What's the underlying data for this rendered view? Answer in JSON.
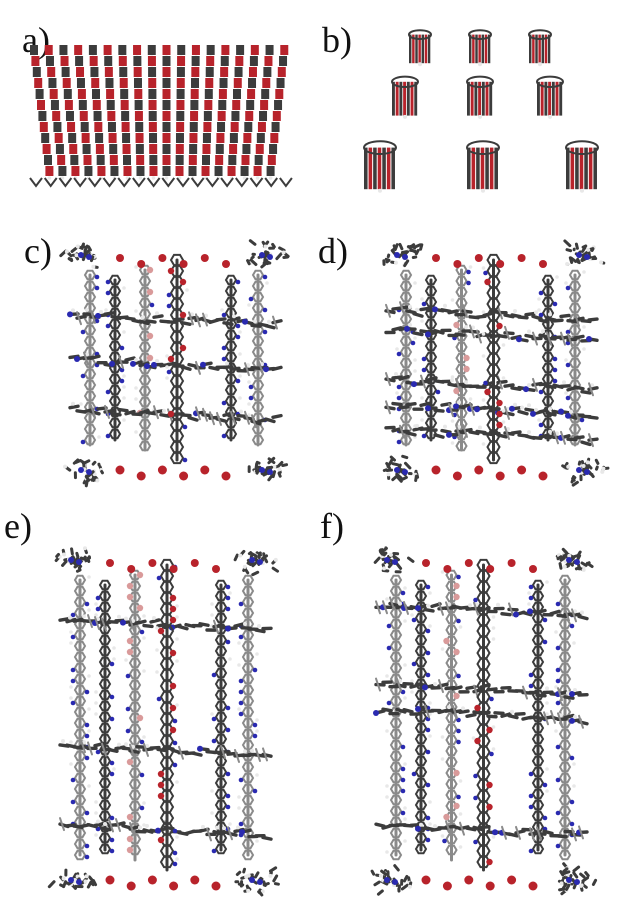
{
  "figure": {
    "panels": [
      {
        "id": "a",
        "label": "a)"
      },
      {
        "id": "b",
        "label": "b)"
      },
      {
        "id": "c",
        "label": "c)"
      },
      {
        "id": "d",
        "label": "d)"
      },
      {
        "id": "e",
        "label": "e)"
      },
      {
        "id": "f",
        "label": "f)"
      }
    ]
  },
  "colors": {
    "carbon": "#3c3c3c",
    "carbon_light": "#8a8a8a",
    "oxygen": "#b8232b",
    "oxygen_light": "#d99a9a",
    "nitrogen": "#2a2ab0",
    "nitrogen_light": "#8f8fd6",
    "hydrogen": "#e8e8e8",
    "background": "#ffffff"
  }
}
